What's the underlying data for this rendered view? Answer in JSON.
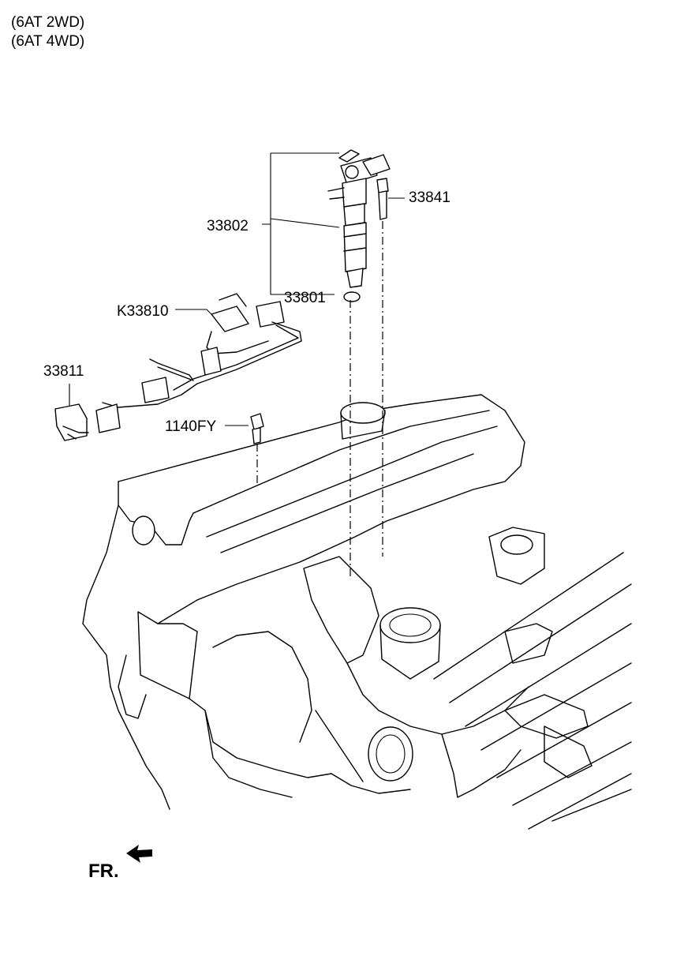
{
  "variants": [
    "(6AT 2WD)",
    "(6AT 4WD)"
  ],
  "callouts": {
    "injector": "33802",
    "bolt": "33841",
    "o_ring": "33801",
    "harness": "K33810",
    "connector": "33811",
    "mount_bolt": "1140FY"
  },
  "direction_label": "FR."
}
